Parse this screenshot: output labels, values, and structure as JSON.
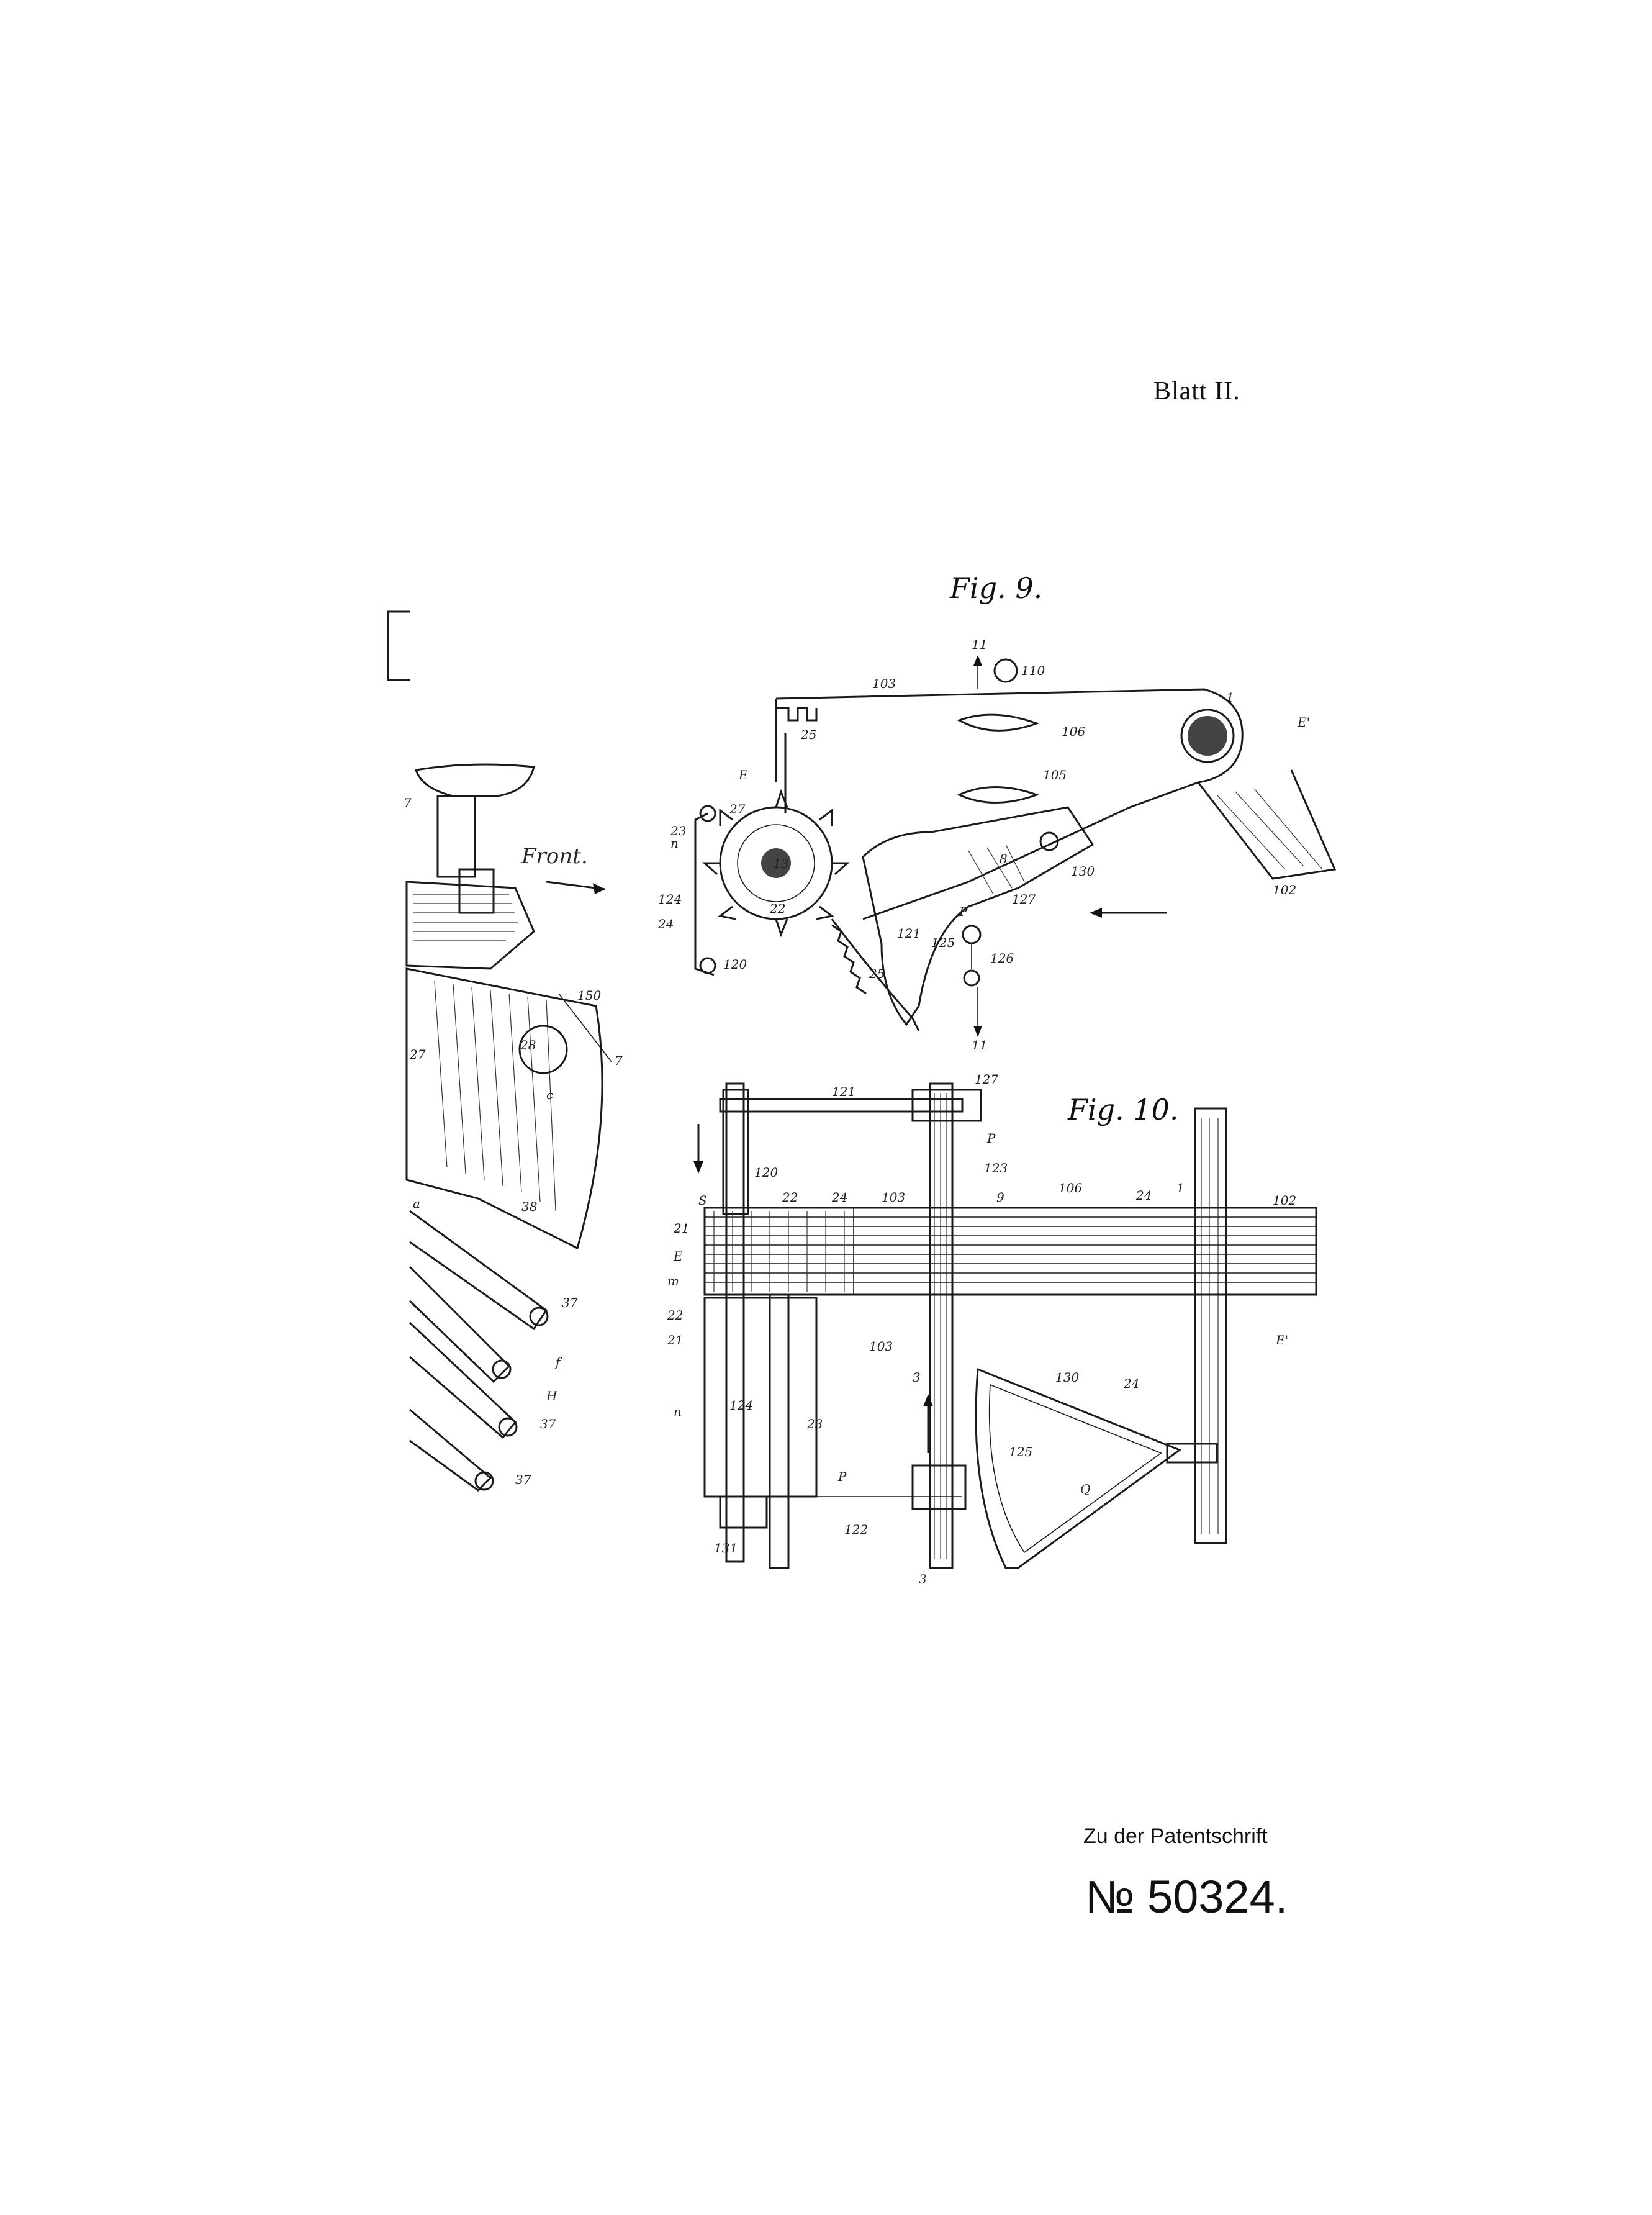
{
  "sheet": {
    "label": "Blatt II."
  },
  "figures": {
    "fig9": {
      "title": "Fig. 9.",
      "labels": [
        "11",
        "110",
        "103",
        "1",
        "E'",
        "25",
        "106",
        "105",
        "E",
        "27",
        "13",
        "23",
        "8",
        "n",
        "124",
        "24",
        "22",
        "130",
        "102",
        "121",
        "127",
        "P",
        "120",
        "125",
        "126",
        "25",
        "11"
      ]
    },
    "fig10": {
      "title": "Fig. 10.",
      "labels": [
        "127",
        "121",
        "P",
        "123",
        "120",
        "S",
        "22",
        "24",
        "103",
        "9",
        "106",
        "24",
        "1",
        "102",
        "21",
        "E",
        "m",
        "22",
        "21",
        "103",
        "E'",
        "3",
        "130",
        "24",
        "n",
        "124",
        "23",
        "125",
        "P",
        "Q",
        "131",
        "122",
        "3"
      ]
    },
    "partial_left": {
      "labels": [
        "7",
        "Front.",
        "150",
        "28",
        "7",
        "27",
        "c",
        "a",
        "38",
        "37",
        "f",
        "H",
        "37",
        "37"
      ]
    }
  },
  "footer": {
    "caption": "Zu der Patentschrift",
    "number": "№ 50324."
  }
}
